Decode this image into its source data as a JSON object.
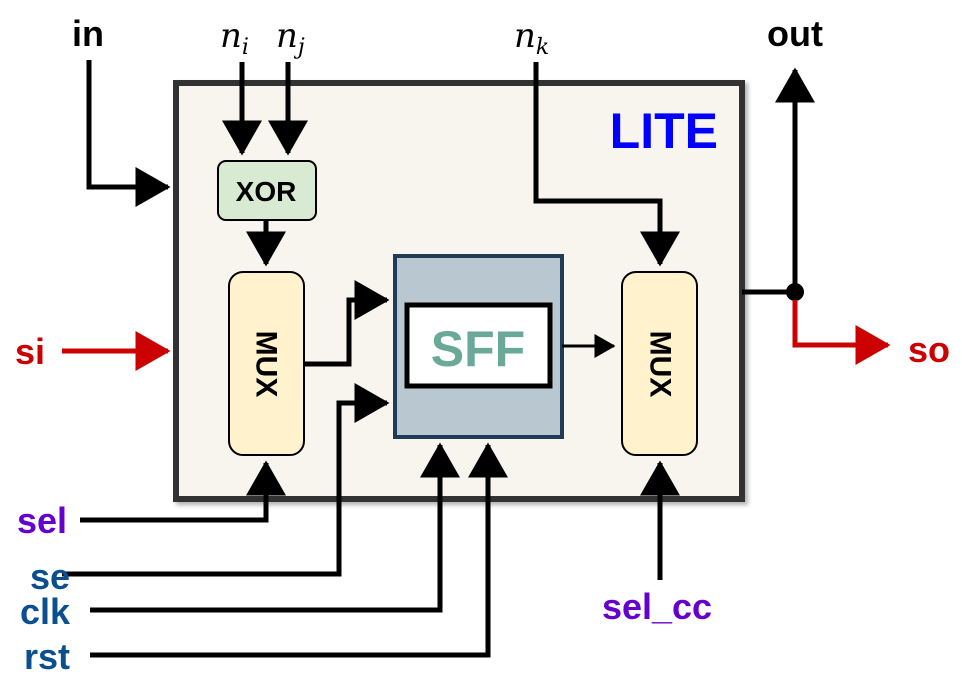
{
  "block": {
    "title": "LITE",
    "colors": {
      "title": "#0000ff",
      "block_fill": "#f8f5ee",
      "border": "#333333"
    }
  },
  "components": {
    "xor": "XOR",
    "mux_left": "MUX",
    "mux_right": "MUX",
    "sff": "SFF"
  },
  "ports": {
    "in": "in",
    "out": "out",
    "si": "si",
    "so": "so",
    "sel": "sel",
    "se": "se",
    "clk": "clk",
    "rst": "rst",
    "sel_cc": "sel_cc",
    "ni": {
      "base": "n",
      "sub": "i"
    },
    "nj": {
      "base": "n",
      "sub": "j"
    },
    "nk": {
      "base": "n",
      "sub": "k"
    }
  },
  "colors": {
    "scan": "#cc0000",
    "select": "#6600cc",
    "control": "#0b4f8f",
    "sff_text": "#6aa897",
    "sff_fill": "#b9c7d1",
    "xor_fill": "#d9ead3",
    "mux_fill": "#fff2cc"
  }
}
